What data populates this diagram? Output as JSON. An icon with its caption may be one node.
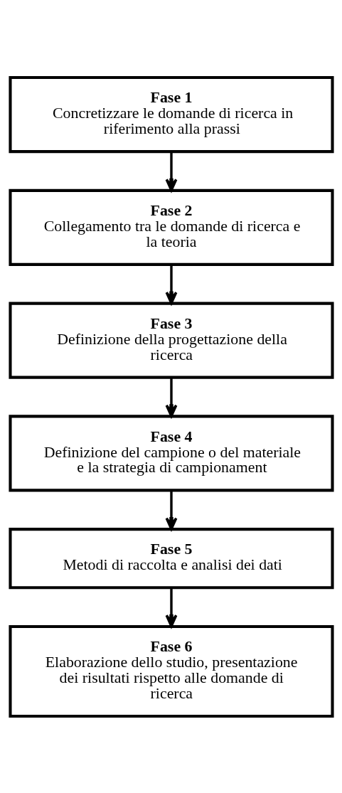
{
  "diagram": {
    "nodes": [
      {
        "text": [
          "Fase 1",
          "Concretizzare le domande di ricerca in riferimento alla prassi"
        ]
      },
      {
        "text": [
          "Fase 2",
          "Collegamento tra le domande di ricerca e la teoria"
        ]
      },
      {
        "text": [
          "Fase 3",
          "Definizione della progettazione della ricerca"
        ]
      },
      {
        "text": [
          "Fase 4",
          "Definizione del campione o del materiale e la strategia di campionament"
        ]
      },
      {
        "text": [
          "Fase 5",
          "Metodi di raccolta e analisi dei dati"
        ]
      },
      {
        "text": [
          "Fase 6",
          "Elaborazione dello studio, presentazione dei risultati rispetto alle domande di ricerca"
        ]
      }
    ],
    "edges": [
      {
        "from": 0,
        "to": 1,
        "arrow": "to"
      },
      {
        "from": 1,
        "to": 2,
        "arrow": "to"
      },
      {
        "from": 2,
        "to": 3,
        "arrow": "to"
      },
      {
        "from": 3,
        "to": 4,
        "arrow": "to"
      },
      {
        "from": 4,
        "to": 5,
        "arrow": "to"
      }
    ]
  }
}
